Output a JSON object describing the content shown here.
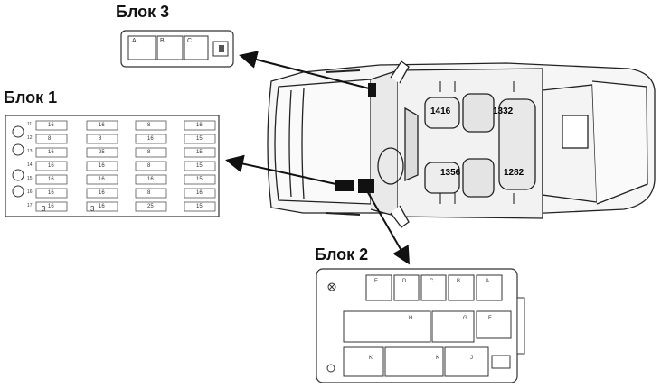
{
  "blocks": {
    "block3": {
      "title": "Блок 3",
      "relays": [
        "A",
        "B",
        "C"
      ]
    },
    "block1": {
      "title": "Блок 1",
      "row_numbers": [
        "11",
        "12",
        "13",
        "14",
        "15",
        "16",
        "17"
      ],
      "col_a": [
        "16",
        "8",
        "16",
        "16",
        "16",
        "16",
        "16"
      ],
      "col_b": [
        "16",
        "8",
        "25",
        "16",
        "16",
        "16",
        "16"
      ],
      "col_c": [
        "8",
        "16",
        "8",
        "8",
        "16",
        "8",
        "25"
      ],
      "col_d": [
        "16",
        "15",
        "15",
        "15",
        "15",
        "16",
        "15"
      ],
      "circled": [
        "3",
        "3"
      ]
    },
    "block2": {
      "title": "Блок 2",
      "top_relays": [
        "E",
        "D",
        "C",
        "B",
        "A"
      ],
      "mid_relays": [
        "H",
        "G",
        "F"
      ],
      "bottom_relays": [
        "K",
        "K",
        "J"
      ]
    }
  },
  "car": {
    "measurements": [
      "1416",
      "1332",
      "1356",
      "1282"
    ]
  }
}
